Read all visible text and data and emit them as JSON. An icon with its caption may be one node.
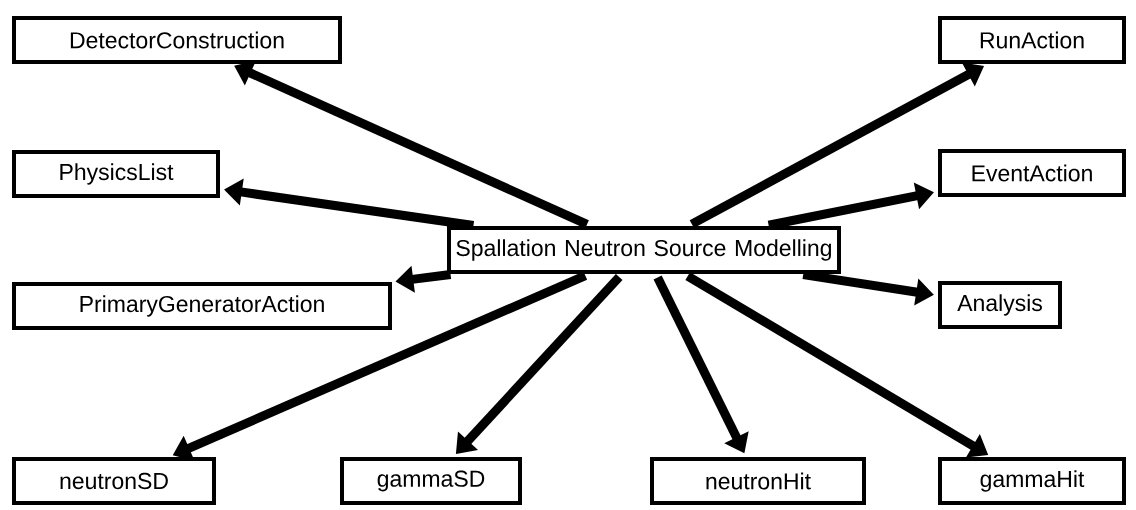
{
  "diagram": {
    "nodes": [
      {
        "text": [
          "Spallation Neutron Source Modelling"
        ]
      },
      {
        "text": [
          "DetectorConstruction"
        ]
      },
      {
        "text": [
          "RunAction"
        ]
      },
      {
        "text": [
          "PhysicsList"
        ]
      },
      {
        "text": [
          "EventAction"
        ]
      },
      {
        "text": [
          "PrimaryGeneratorAction"
        ]
      },
      {
        "text": [
          "Analysis"
        ]
      },
      {
        "text": [
          "neutronSD"
        ]
      },
      {
        "text": [
          "gammaSD"
        ]
      },
      {
        "text": [
          "neutronHit"
        ]
      },
      {
        "text": [
          "gammaHit"
        ]
      }
    ],
    "edges": [
      {
        "from": 0,
        "to": 1,
        "arrow": "to"
      },
      {
        "from": 0,
        "to": 2,
        "arrow": "to"
      },
      {
        "from": 0,
        "to": 3,
        "arrow": "to"
      },
      {
        "from": 0,
        "to": 4,
        "arrow": "to"
      },
      {
        "from": 0,
        "to": 5,
        "arrow": "to"
      },
      {
        "from": 0,
        "to": 6,
        "arrow": "to"
      },
      {
        "from": 0,
        "to": 7,
        "arrow": "to"
      },
      {
        "from": 0,
        "to": 8,
        "arrow": "to"
      },
      {
        "from": 0,
        "to": 9,
        "arrow": "to"
      },
      {
        "from": 0,
        "to": 10,
        "arrow": "to"
      }
    ]
  }
}
